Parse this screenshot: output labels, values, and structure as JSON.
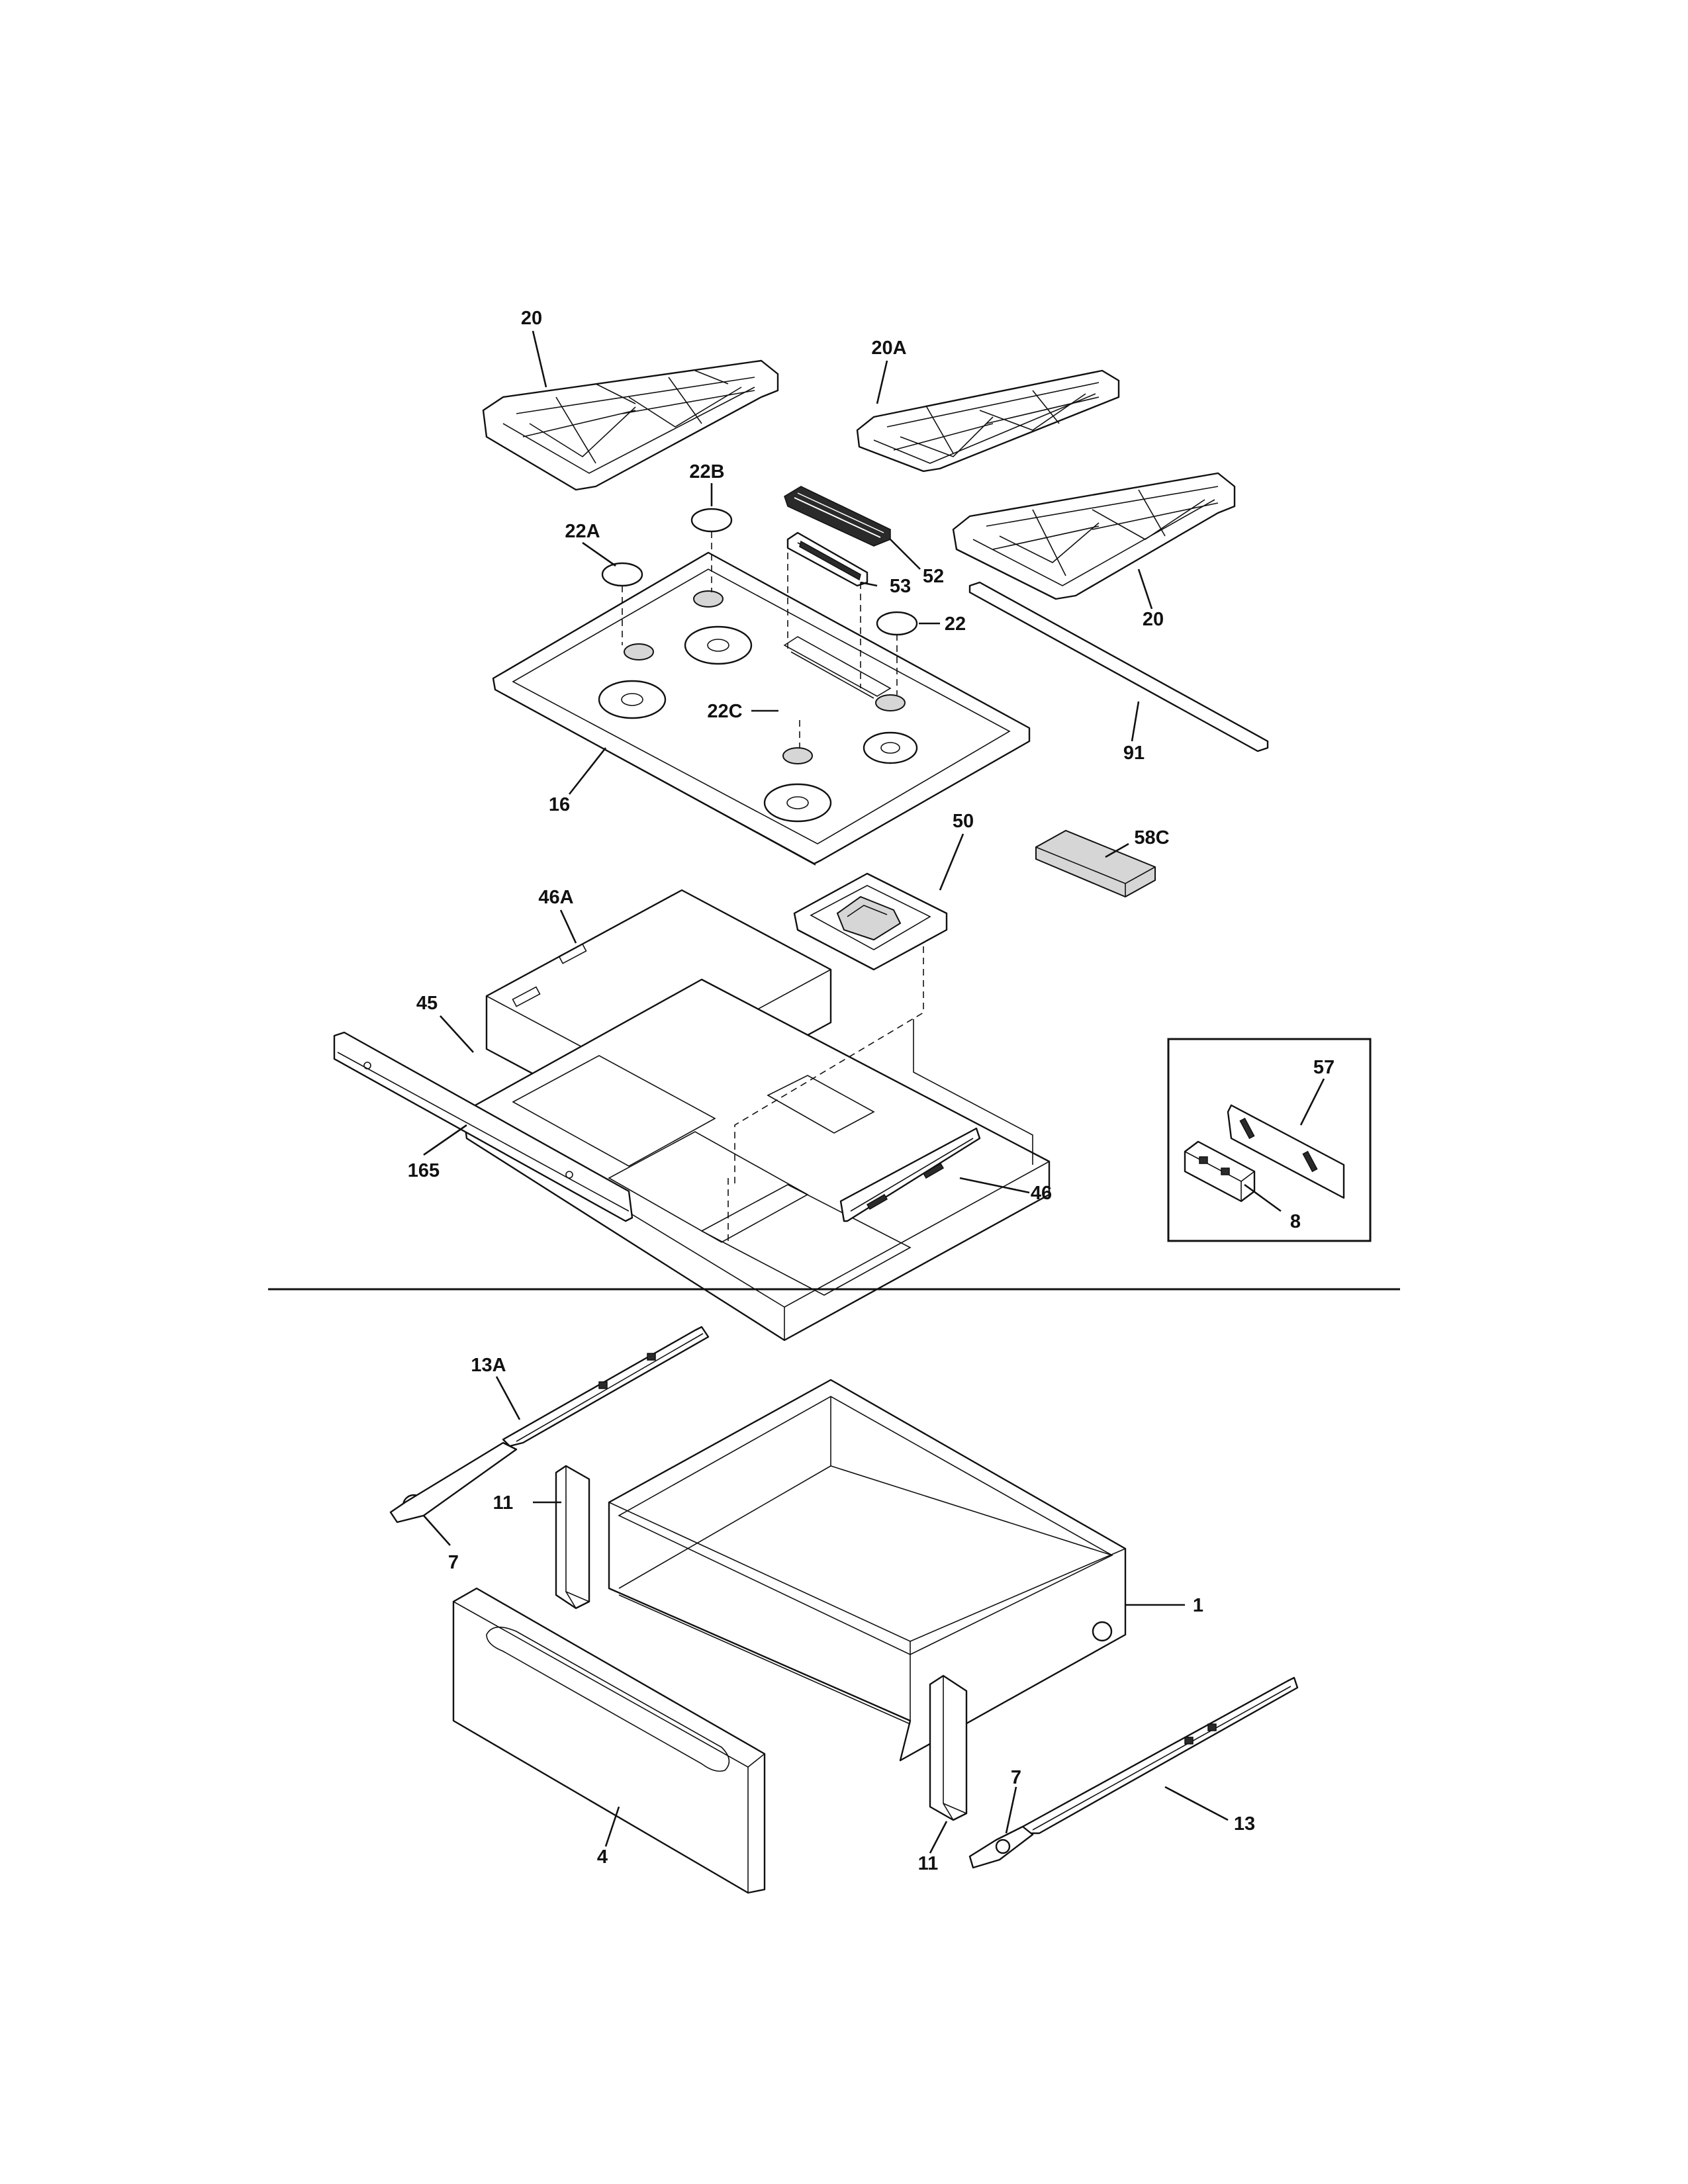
{
  "callouts": [
    {
      "id": "20_a",
      "text": "20"
    },
    {
      "id": "20A",
      "text": "20A"
    },
    {
      "id": "22B",
      "text": "22B"
    },
    {
      "id": "22A",
      "text": "22A"
    },
    {
      "id": "52",
      "text": "52"
    },
    {
      "id": "53",
      "text": "53"
    },
    {
      "id": "22",
      "text": "22"
    },
    {
      "id": "20_b",
      "text": "20"
    },
    {
      "id": "22C",
      "text": "22C"
    },
    {
      "id": "91",
      "text": "91"
    },
    {
      "id": "16",
      "text": "16"
    },
    {
      "id": "50",
      "text": "50"
    },
    {
      "id": "58C",
      "text": "58C"
    },
    {
      "id": "46A",
      "text": "46A"
    },
    {
      "id": "45",
      "text": "45"
    },
    {
      "id": "57",
      "text": "57"
    },
    {
      "id": "165",
      "text": "165"
    },
    {
      "id": "46",
      "text": "46"
    },
    {
      "id": "8",
      "text": "8"
    },
    {
      "id": "13A",
      "text": "13A"
    },
    {
      "id": "11_a",
      "text": "11"
    },
    {
      "id": "7_a",
      "text": "7"
    },
    {
      "id": "1",
      "text": "1"
    },
    {
      "id": "7_b",
      "text": "7"
    },
    {
      "id": "13",
      "text": "13"
    },
    {
      "id": "4",
      "text": "4"
    },
    {
      "id": "11_b",
      "text": "11"
    }
  ]
}
